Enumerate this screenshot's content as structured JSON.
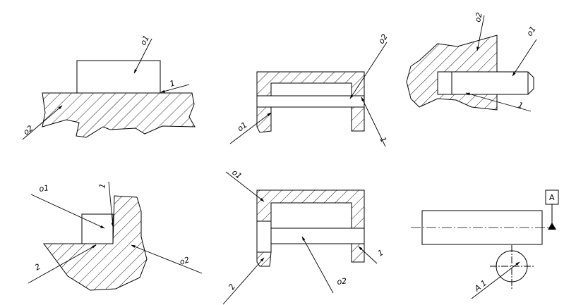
{
  "labels": {
    "v1_o1": "o1",
    "v1_1": "1",
    "v1_o2": "o2",
    "v2_o2": "o2",
    "v2_o1": "o1",
    "v2_1": "1",
    "v3_o2": "o2",
    "v3_o1": "o1",
    "v3_1": "1",
    "v4_o1": "o1",
    "v4_1": "1",
    "v4_2": "2",
    "v4_o2": "o2",
    "v5_o1": "o1",
    "v5_1": "1",
    "v5_2": "2",
    "v5_o2": "o2",
    "v6_datum": "A",
    "v6_tol": "A 1"
  },
  "colors": {
    "line": "#000000",
    "background": "#ffffff"
  }
}
